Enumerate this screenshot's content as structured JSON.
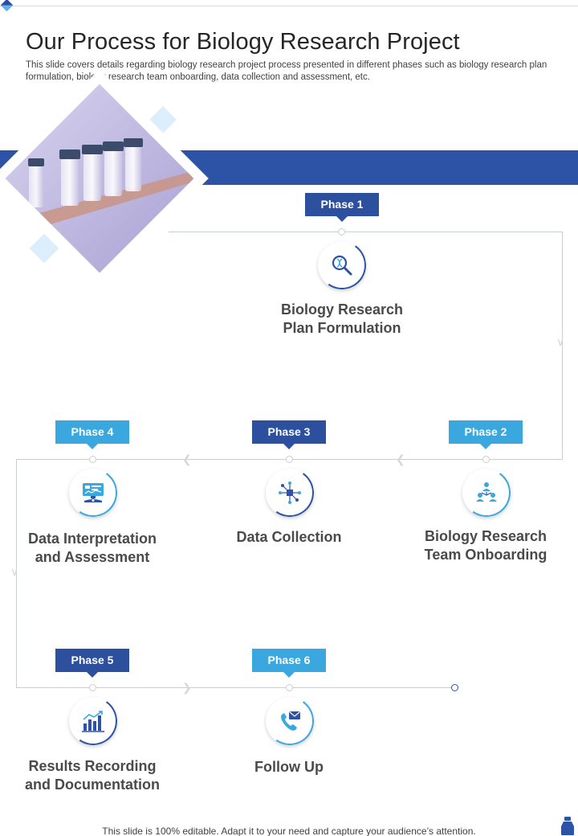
{
  "header": {
    "title": "Our Process for Biology Research Project",
    "subtitle": "This slide covers details regarding biology research project process presented in different phases such as biology research plan formulation, biology research team onboarding, data collection and assessment, etc."
  },
  "phases": [
    {
      "tag": "Phase 1",
      "label_line1": "Biology Research",
      "label_line2": "Plan Formulation",
      "icon": "magnifier-dna-icon"
    },
    {
      "tag": "Phase 2",
      "label_line1": "Biology Research",
      "label_line2": "Team Onboarding",
      "icon": "team-hierarchy-icon"
    },
    {
      "tag": "Phase 3",
      "label_line1": "Data Collection",
      "label_line2": "",
      "icon": "data-network-icon"
    },
    {
      "tag": "Phase 4",
      "label_line1": "Data Interpretation",
      "label_line2": "and Assessment",
      "icon": "dashboard-analysis-icon"
    },
    {
      "tag": "Phase 5",
      "label_line1": "Results Recording",
      "label_line2": "and Documentation",
      "icon": "bar-chart-icon"
    },
    {
      "tag": "Phase 6",
      "label_line1": "Follow Up",
      "label_line2": "",
      "icon": "phone-mail-icon"
    }
  ],
  "colors": {
    "dark_blue": "#2c4f9e",
    "light_blue": "#3aa7df",
    "band_blue": "#2c53a6"
  },
  "footer": {
    "note": "This slide is 100% editable. Adapt it to your need and capture your audience’s attention."
  }
}
